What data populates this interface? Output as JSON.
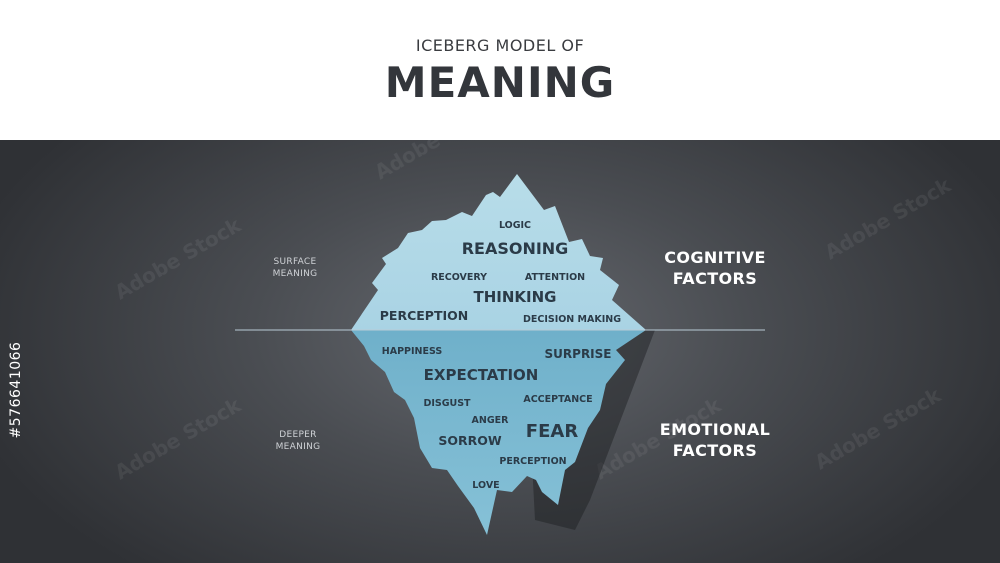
{
  "header": {
    "subtitle": "ICEBERG MODEL OF",
    "title": "MEANING"
  },
  "left_labels": {
    "surface": [
      "SURFACE",
      "MEANING"
    ],
    "deeper": [
      "DEEPER",
      "MEANING"
    ]
  },
  "right_labels": {
    "cognitive": [
      "COGNITIVE",
      "FACTORS"
    ],
    "emotional": [
      "EMOTIONAL",
      "FACTORS"
    ]
  },
  "above_water_terms": [
    "LOGIC",
    "REASONING",
    "RECOVERY",
    "ATTENTION",
    "THINKING",
    "PERCEPTION",
    "DECISION MAKING"
  ],
  "below_water_terms": [
    "HAPPINESS",
    "SURPRISE",
    "EXPECTATION",
    "DISGUST",
    "ACCEPTANCE",
    "ANGER",
    "SORROW",
    "FEAR",
    "PERCEPTION",
    "LOVE"
  ],
  "watermark": {
    "vertical_id": "#576641066",
    "stock_mark": "Adobe Stock"
  },
  "colors": {
    "background_dark": "#2f3135",
    "iceberg_top": "#aed6e6",
    "iceberg_bottom": "#7ab8d0",
    "term_text": "#2b3b48",
    "label_white": "#ffffff"
  }
}
